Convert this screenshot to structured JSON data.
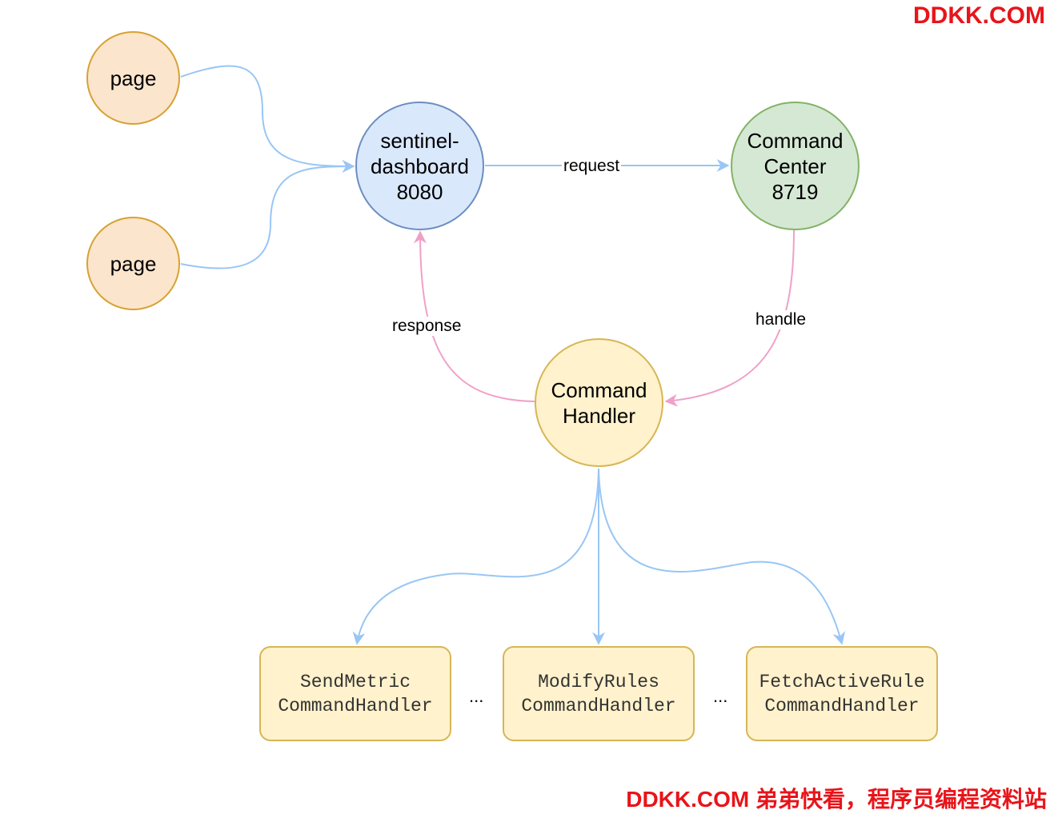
{
  "watermark_top": "DDKK.COM",
  "watermark_bottom": "DDKK.COM 弟弟快看，程序员编程资料站",
  "nodes": {
    "page_top": "page",
    "page_bottom": "page",
    "dashboard": [
      "sentinel-",
      "dashboard",
      "8080"
    ],
    "command_center": [
      "Command",
      "Center",
      "8719"
    ],
    "command_handler": [
      "Command",
      "Handler"
    ],
    "send_metric": [
      "SendMetric",
      "CommandHandler"
    ],
    "modify_rules": [
      "ModifyRules",
      "CommandHandler"
    ],
    "fetch_active_rule": [
      "FetchActiveRule",
      "CommandHandler"
    ]
  },
  "edges": {
    "request": "request",
    "handle": "handle",
    "response": "response"
  },
  "ellipsis": "...",
  "colors": {
    "blue_arrow": "#99c6f5",
    "pink_arrow": "#f0a0c8",
    "page_fill": "#fce5cd",
    "page_stroke": "#d6a233",
    "dashboard_fill": "#dae8fc",
    "dashboard_stroke": "#6c8ebf",
    "center_fill": "#d5e8d4",
    "center_stroke": "#82b366",
    "handler_fill": "#fff2cc",
    "handler_stroke": "#d6b656",
    "watermark": "#e8141a"
  }
}
